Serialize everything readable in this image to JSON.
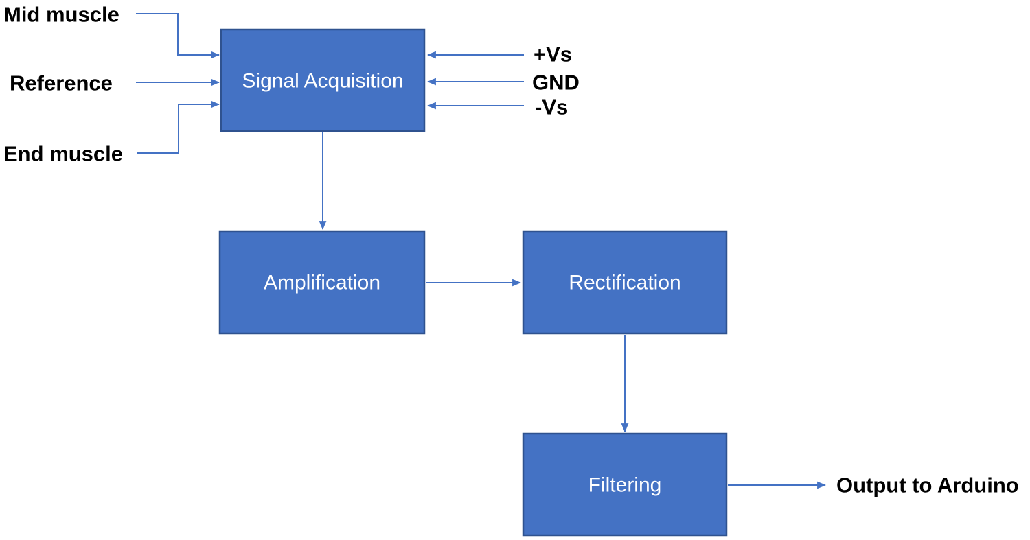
{
  "diagram": {
    "boxes": [
      {
        "id": "signal-acquisition",
        "label": "Signal Acquisition"
      },
      {
        "id": "amplification",
        "label": "Amplification"
      },
      {
        "id": "rectification",
        "label": "Rectification"
      },
      {
        "id": "filtering",
        "label": "Filtering"
      }
    ],
    "input_labels": [
      {
        "id": "mid-muscle",
        "label": "Mid muscle"
      },
      {
        "id": "reference",
        "label": "Reference"
      },
      {
        "id": "end-muscle",
        "label": "End muscle"
      }
    ],
    "power_labels": [
      {
        "id": "plus-vs",
        "label": "+Vs"
      },
      {
        "id": "gnd",
        "label": "GND"
      },
      {
        "id": "minus-vs",
        "label": "-Vs"
      }
    ],
    "output_label": "Output to Arduino",
    "colors": {
      "box_fill": "#4472C4",
      "box_border": "#2F528F",
      "connector": "#4472C4",
      "box_text": "#FFFFFF",
      "label_text": "#000000",
      "background": "#FFFFFF"
    }
  }
}
